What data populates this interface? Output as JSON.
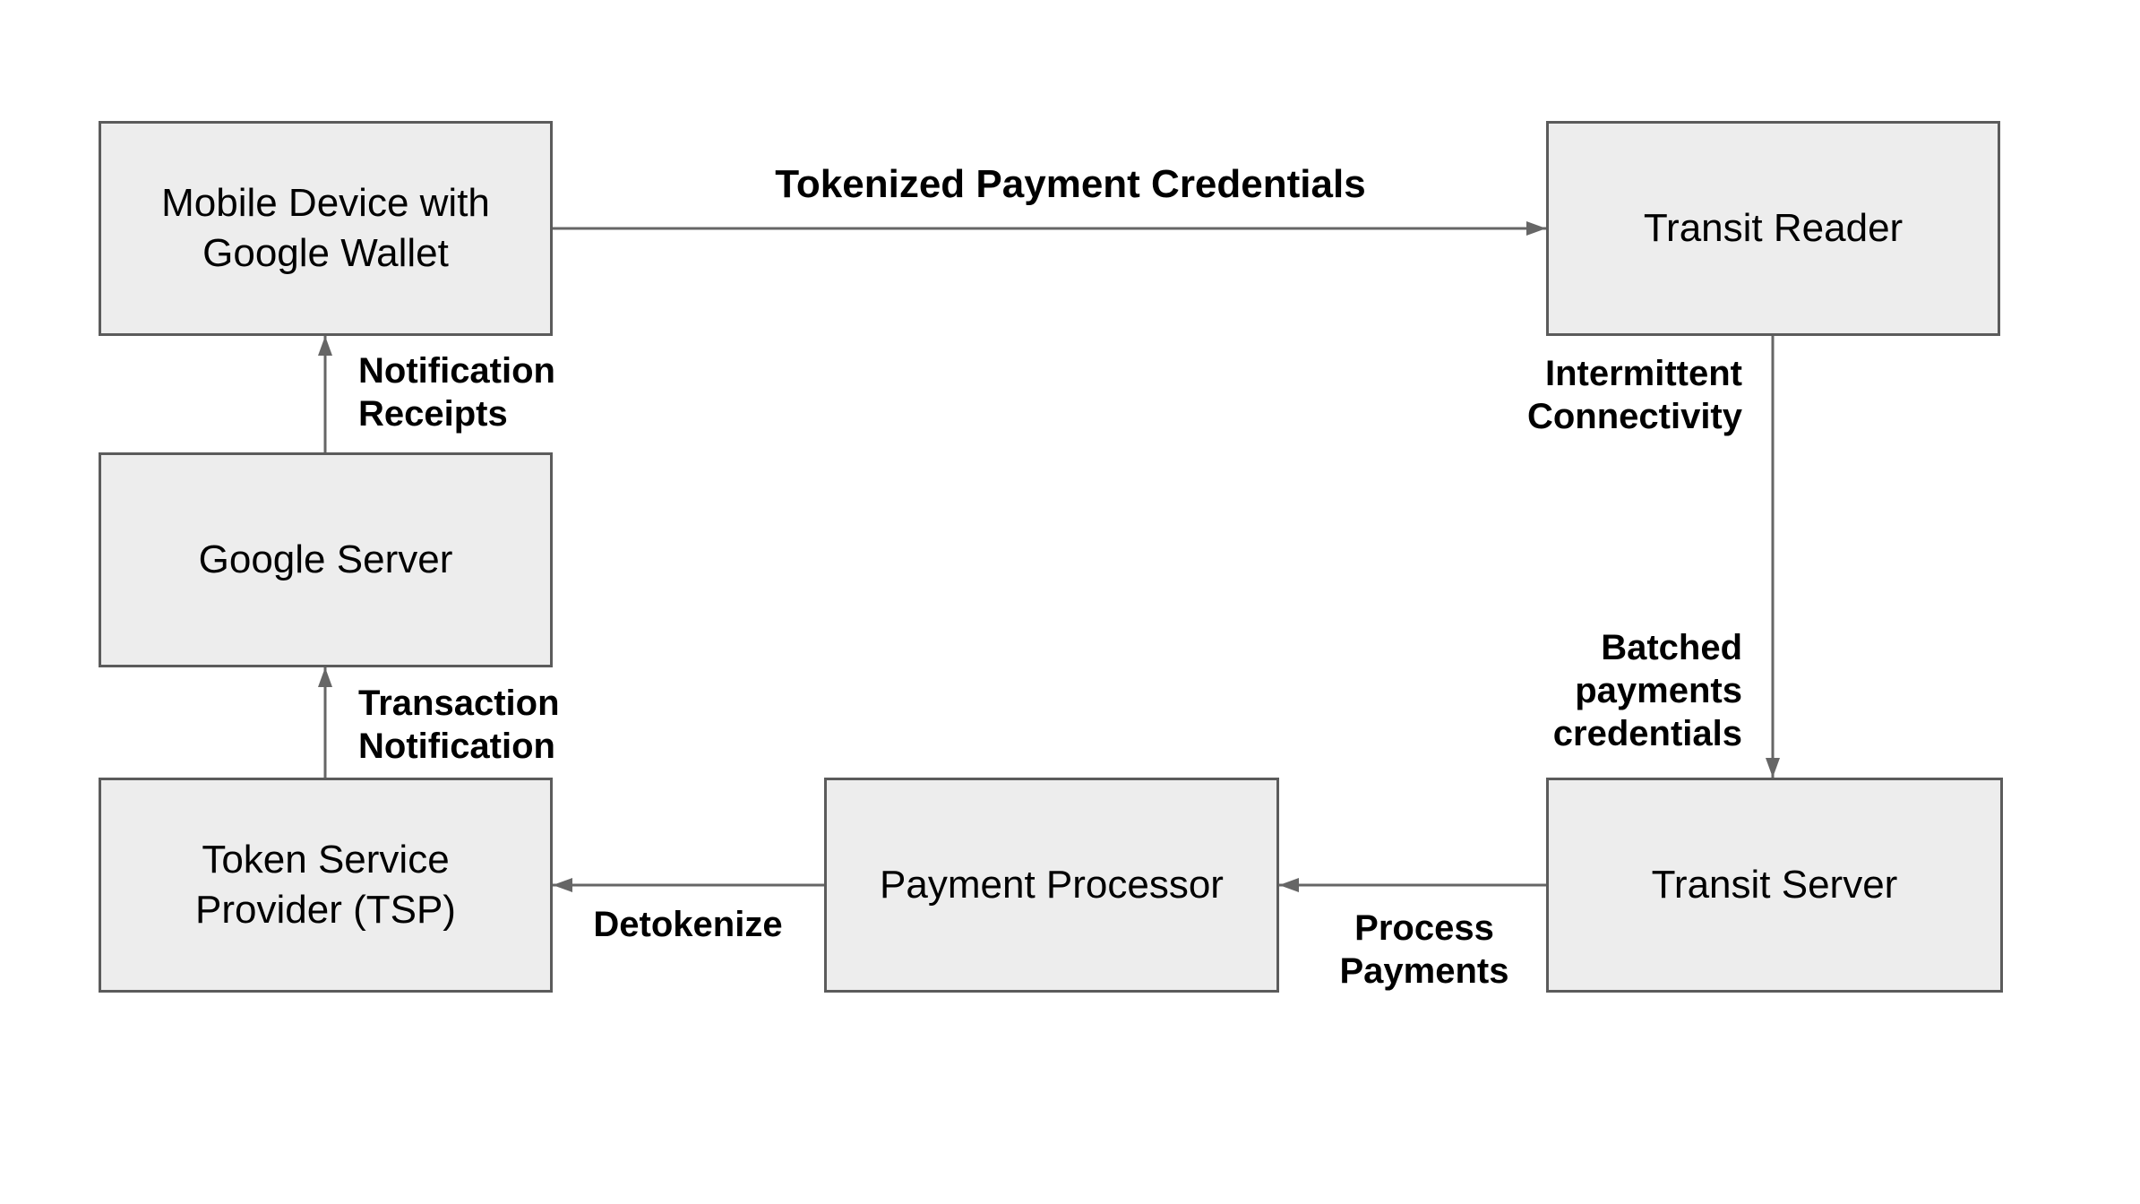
{
  "theme": {
    "background": "#ffffff",
    "node_fill": "#ededed",
    "node_border": "#5b5b5b",
    "arrow_color": "#666666",
    "text_color": "#000000"
  },
  "diagram": {
    "type": "flow-diagram",
    "nodes": [
      {
        "id": "mobile-device",
        "label": "Mobile Device with\nGoogle Wallet"
      },
      {
        "id": "transit-reader",
        "label": "Transit Reader"
      },
      {
        "id": "google-server",
        "label": "Google Server"
      },
      {
        "id": "token-service-provider",
        "label": "Token Service\nProvider (TSP)"
      },
      {
        "id": "payment-processor",
        "label": "Payment Processor"
      },
      {
        "id": "transit-server",
        "label": "Transit Server"
      }
    ],
    "edges": [
      {
        "id": "mobile-to-reader",
        "from": "Mobile Device with Google Wallet",
        "to": "Transit Reader",
        "labels": [
          "Tokenized Payment Credentials"
        ]
      },
      {
        "id": "reader-to-transit-server",
        "from": "Transit Reader",
        "to": "Transit Server",
        "labels": [
          "Intermittent\nConnectivity",
          "Batched\npayments\ncredentials"
        ]
      },
      {
        "id": "transit-server-to-processor",
        "from": "Transit Server",
        "to": "Payment Processor",
        "labels": [
          "Process\nPayments"
        ]
      },
      {
        "id": "processor-to-tsp",
        "from": "Payment Processor",
        "to": "Token Service Provider (TSP)",
        "labels": [
          "Detokenize"
        ]
      },
      {
        "id": "tsp-to-google",
        "from": "Token Service Provider (TSP)",
        "to": "Google Server",
        "labels": [
          "Transaction\nNotification"
        ]
      },
      {
        "id": "google-to-mobile",
        "from": "Google Server",
        "to": "Mobile Device with Google Wallet",
        "labels": [
          "Notification\nReceipts"
        ]
      }
    ]
  }
}
